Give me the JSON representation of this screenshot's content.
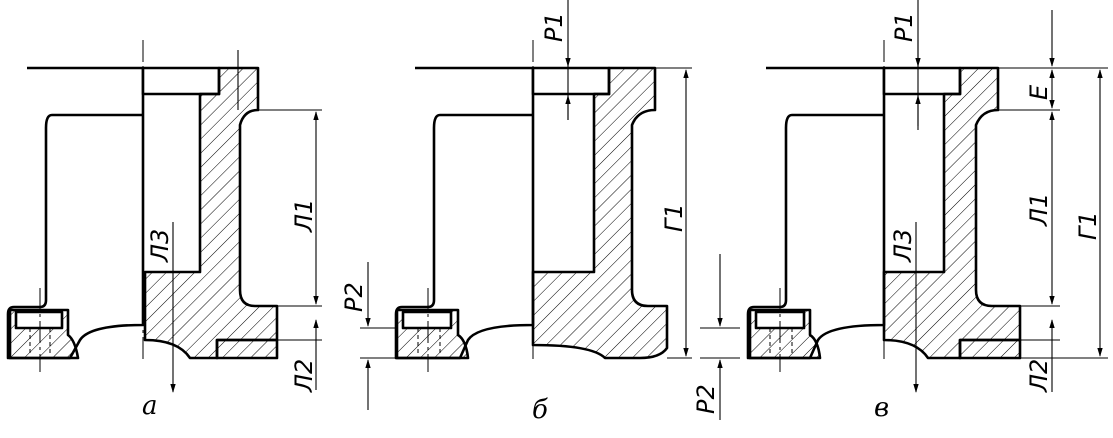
{
  "figures": [
    {
      "caption": "а",
      "labels": {
        "l3": "Л3",
        "l1": "Л1",
        "l2": "Л2"
      }
    },
    {
      "caption": "б",
      "labels": {
        "p1": "P1",
        "p2_left": "P2",
        "g1": "Г1",
        "p2_bottom": "P2"
      }
    },
    {
      "caption": "в",
      "labels": {
        "p1": "P1",
        "e": "E",
        "l3": "Л3",
        "l1": "Л1",
        "g1": "Г1",
        "l2": "Л2"
      }
    }
  ],
  "colors": {
    "ink": "#000000",
    "paper": "#ffffff"
  }
}
